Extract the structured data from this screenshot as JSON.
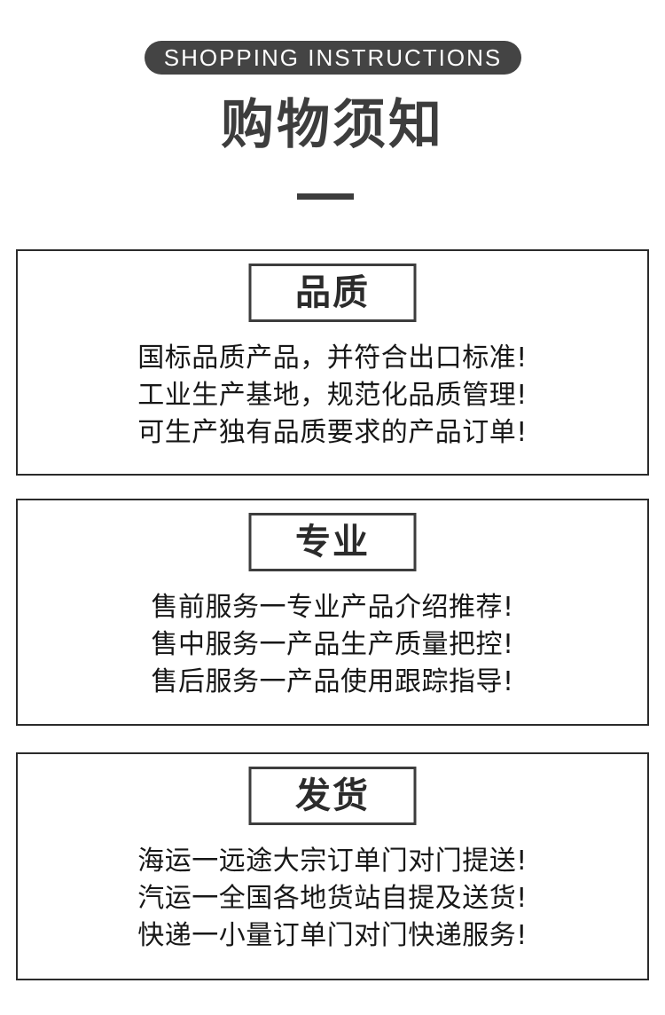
{
  "header": {
    "eyebrow": "SHOPPING INSTRUCTIONS",
    "title": "购物须知",
    "divider": "horizontal-rule"
  },
  "colors": {
    "page_background": "#ffffff",
    "pill_background": "#444444",
    "pill_text": "#ffffff",
    "title_text": "#3d3d3d",
    "card_border": "#2b2b2b",
    "badge_border": "#3d3d3d",
    "badge_text": "#2b2b2b",
    "body_text": "#171717"
  },
  "cards": [
    {
      "badge": "品质",
      "lines": [
        "国标品质产品，并符合出口标准!",
        "工业生产基地，规范化品质管理!",
        "可生产独有品质要求的产品订单!"
      ]
    },
    {
      "badge": "专业",
      "lines": [
        "售前服务一专业产品介绍推荐!",
        "售中服务一产品生产质量把控!",
        "售后服务一产品使用跟踪指导!"
      ]
    },
    {
      "badge": "发货",
      "lines": [
        "海运一远途大宗订单门对门提送!",
        "汽运一全国各地货站自提及送货!",
        "快递一小量订单门对门快递服务!"
      ]
    }
  ]
}
